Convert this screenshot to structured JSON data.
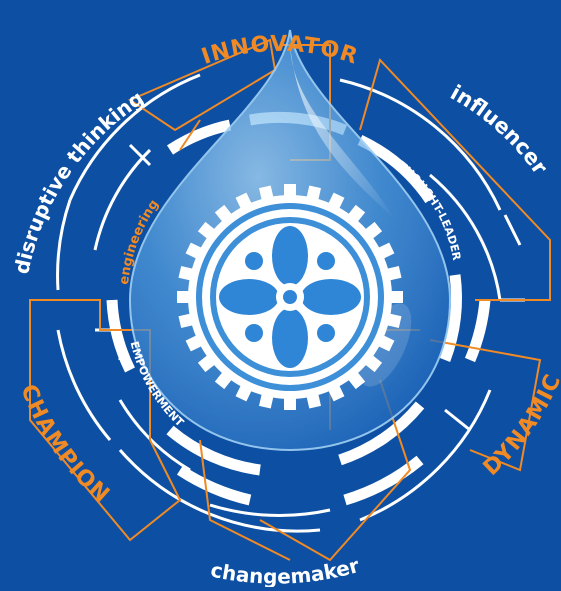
{
  "colors": {
    "background": "#0d4fa3",
    "orange": "#f08a24",
    "white": "#ffffff",
    "drop": "#2b7fd0",
    "drop_light": "#86c2ee",
    "fan": "#2f86d6"
  },
  "labels": {
    "innovator": "INNOVATOR",
    "influencer": "influencer",
    "disruptive_thinking": "disruptive thinking",
    "engineering": "engineering",
    "thought_leader": "THOUGHT-LEADER",
    "empowerment": "EMPOWERMENT",
    "champion": "CHAMPION",
    "dynamic": "DYNAMIC",
    "changemaker": "changemaker"
  },
  "icons": {
    "center": "fan-gear-icon",
    "drop": "water-drop-icon"
  }
}
